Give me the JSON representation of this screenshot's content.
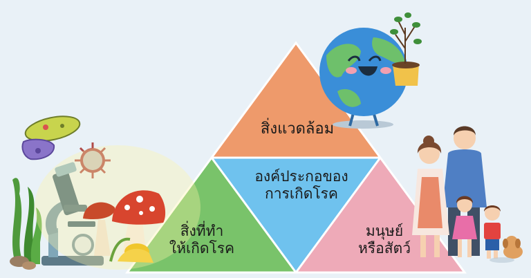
{
  "diagram": {
    "top_label": "สิ่งแวดล้อม",
    "center_label_line1": "องค์ประกอของ",
    "center_label_line2": "การเกิดโรค",
    "left_label_line1": "สิ่งที่ทำ",
    "left_label_line2": "ให้เกิดโรค",
    "right_label_line1": "มนุษย์",
    "right_label_line2": "หรือสัตว์"
  },
  "colors": {
    "background": "#e9f1f7",
    "top_triangle": "#ee9a6b",
    "center_triangle": "#6fc2ee",
    "left_triangle": "#79c36a",
    "right_triangle": "#eeaab8"
  },
  "illustrations": [
    "microscope-icon",
    "germs-icon",
    "mushroom-icon",
    "earth-icon",
    "family-icon"
  ]
}
